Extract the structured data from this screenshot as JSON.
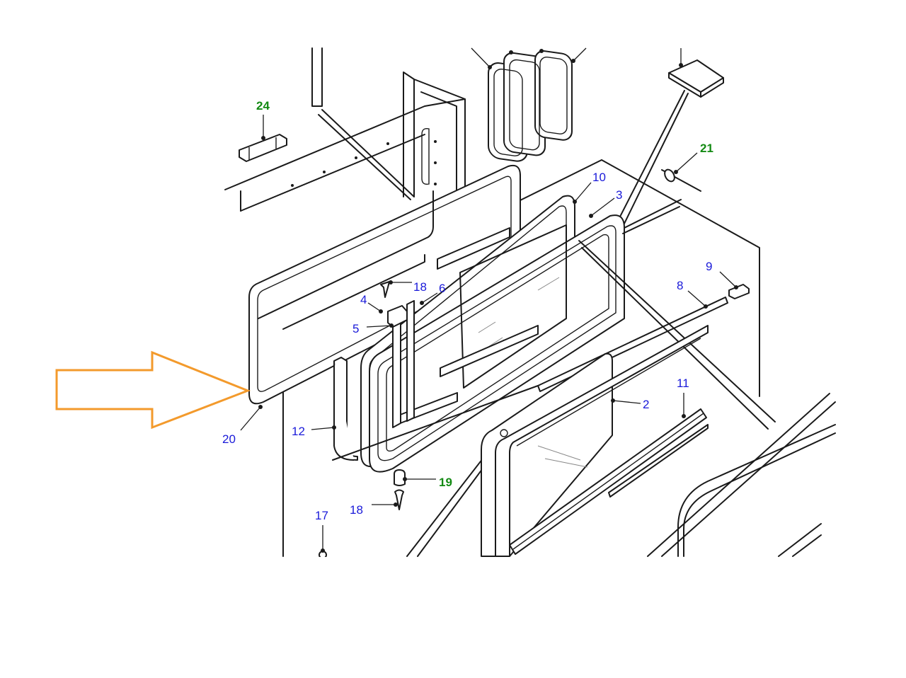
{
  "diagram": {
    "callouts": [
      {
        "id": "24",
        "label": "24",
        "color": "green"
      },
      {
        "id": "21",
        "label": "21",
        "color": "green"
      },
      {
        "id": "10",
        "label": "10",
        "color": "blue"
      },
      {
        "id": "3",
        "label": "3",
        "color": "blue"
      },
      {
        "id": "9",
        "label": "9",
        "color": "blue"
      },
      {
        "id": "8",
        "label": "8",
        "color": "blue"
      },
      {
        "id": "18a",
        "label": "18",
        "color": "blue"
      },
      {
        "id": "6",
        "label": "6",
        "color": "blue"
      },
      {
        "id": "4",
        "label": "4",
        "color": "blue"
      },
      {
        "id": "5",
        "label": "5",
        "color": "blue"
      },
      {
        "id": "11",
        "label": "11",
        "color": "blue"
      },
      {
        "id": "2",
        "label": "2",
        "color": "blue"
      },
      {
        "id": "12",
        "label": "12",
        "color": "blue"
      },
      {
        "id": "20",
        "label": "20",
        "color": "blue"
      },
      {
        "id": "19",
        "label": "19",
        "color": "green"
      },
      {
        "id": "18b",
        "label": "18",
        "color": "blue"
      },
      {
        "id": "17",
        "label": "17",
        "color": "blue"
      }
    ],
    "colors": {
      "blue_label": "#1a1ad9",
      "green_label": "#138a13",
      "highlight_arrow": "#f39a2c",
      "line": "#1a1a1a"
    },
    "highlight": {
      "target_callout": "20",
      "icon": "arrow-right-outline-icon"
    }
  }
}
